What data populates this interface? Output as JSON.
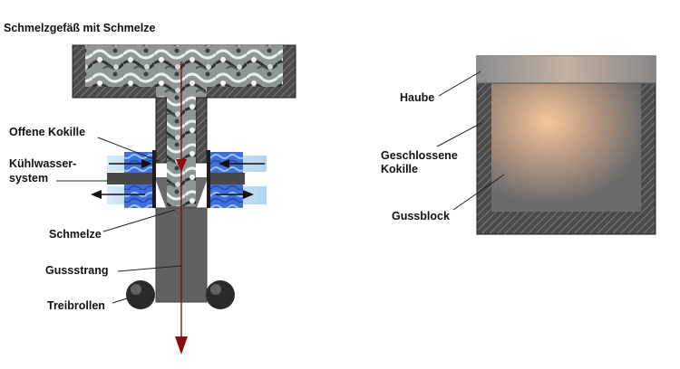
{
  "labels": {
    "schmelzgefaess": "Schmelzgefäß mit Schmelze",
    "offene_kokille": "Offene Kokille",
    "kuehlwasser_line1": "Kühlwasser-",
    "kuehlwasser_line2": "system",
    "schmelze": "Schmelze",
    "gussstrang": "Gussstrang",
    "treibrollen": "Treibrollen",
    "haube": "Haube",
    "geschlossene_line1": "Geschlossene",
    "geschlossene_line2": "Kokille",
    "gussblock": "Gussblock"
  },
  "colors": {
    "wall": "#4a4a4a",
    "arrow": "#8b0d0d",
    "water": "#3f6fd8",
    "water_light": "#b9d9f0",
    "strand": "#616161",
    "block": "#686868",
    "glow": "#f5c79a"
  }
}
